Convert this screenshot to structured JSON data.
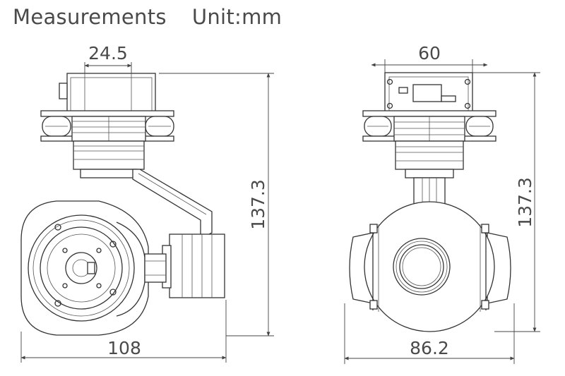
{
  "header": {
    "title": "Measurements",
    "unit": "Unit:mm"
  },
  "side_view": {
    "dim_top": "24.5",
    "dim_height": "137.3",
    "dim_width": "108"
  },
  "front_view": {
    "dim_top": "60",
    "dim_height": "137.3",
    "dim_width": "86.2"
  }
}
